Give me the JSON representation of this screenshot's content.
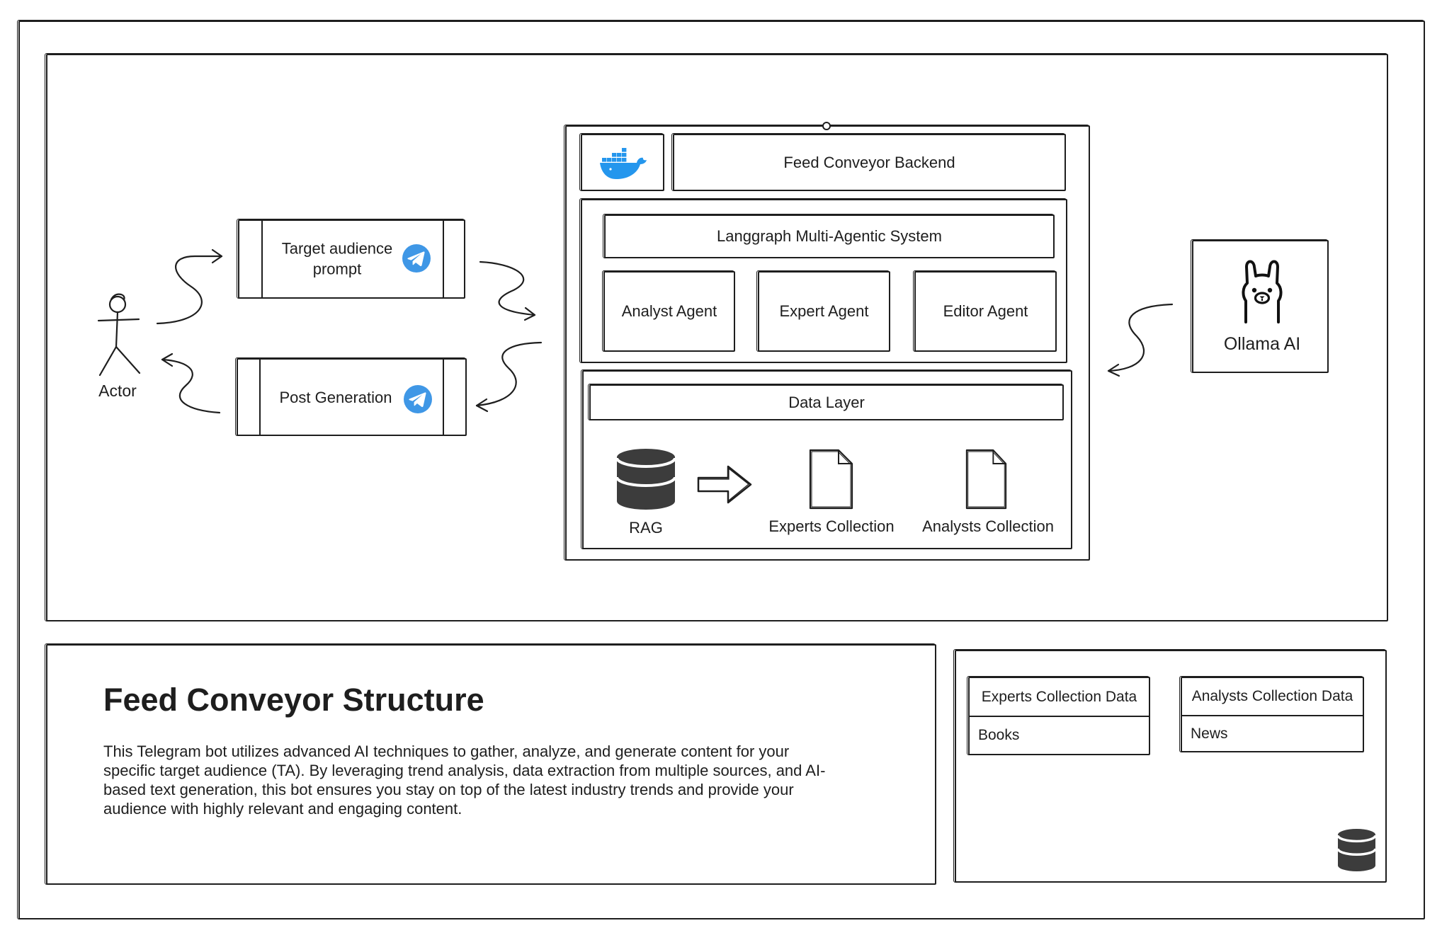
{
  "diagram": {
    "actor_label": "Actor",
    "prompt_label": "Target audience prompt",
    "post_label": "Post Generation",
    "backend": {
      "title": "Feed Conveyor Backend",
      "agent_system_title": "Langgraph Multi-Agentic System",
      "agents": [
        "Analyst Agent",
        "Expert Agent",
        "Editor Agent"
      ],
      "data_layer_title": "Data Layer",
      "rag_label": "RAG",
      "experts_collection_label": "Experts Collection",
      "analysts_collection_label": "Analysts Collection"
    },
    "ollama_label": "Ollama AI"
  },
  "description": {
    "title": "Feed Conveyor Structure",
    "lines": [
      "This Telegram bot utilizes advanced AI techniques to gather, analyze, and generate content for your",
      "specific target audience (TA). By leveraging trend analysis, data extraction from multiple sources, and AI-",
      "based text generation, this bot ensures you stay on top of the latest industry trends and provide your",
      "audience with highly relevant and engaging content."
    ]
  },
  "storage": {
    "tables": [
      {
        "title": "Experts Collection Data",
        "rows": [
          "Books"
        ]
      },
      {
        "title": "Analysts Collection Data",
        "rows": [
          "News"
        ]
      }
    ]
  },
  "icons": {
    "actor": "stick-figure-icon",
    "messenger": "telegram-icon",
    "container": "docker-whale-icon",
    "llm": "llama-icon",
    "database": "database-icon",
    "collection": "document-icon",
    "flow": "arrow-right-icon"
  },
  "colors": {
    "stroke": "#1e1e1e",
    "docker_blue": "#2496ed",
    "telegram_blue": "#3f97e6",
    "database_gray": "#3c3c3c"
  }
}
